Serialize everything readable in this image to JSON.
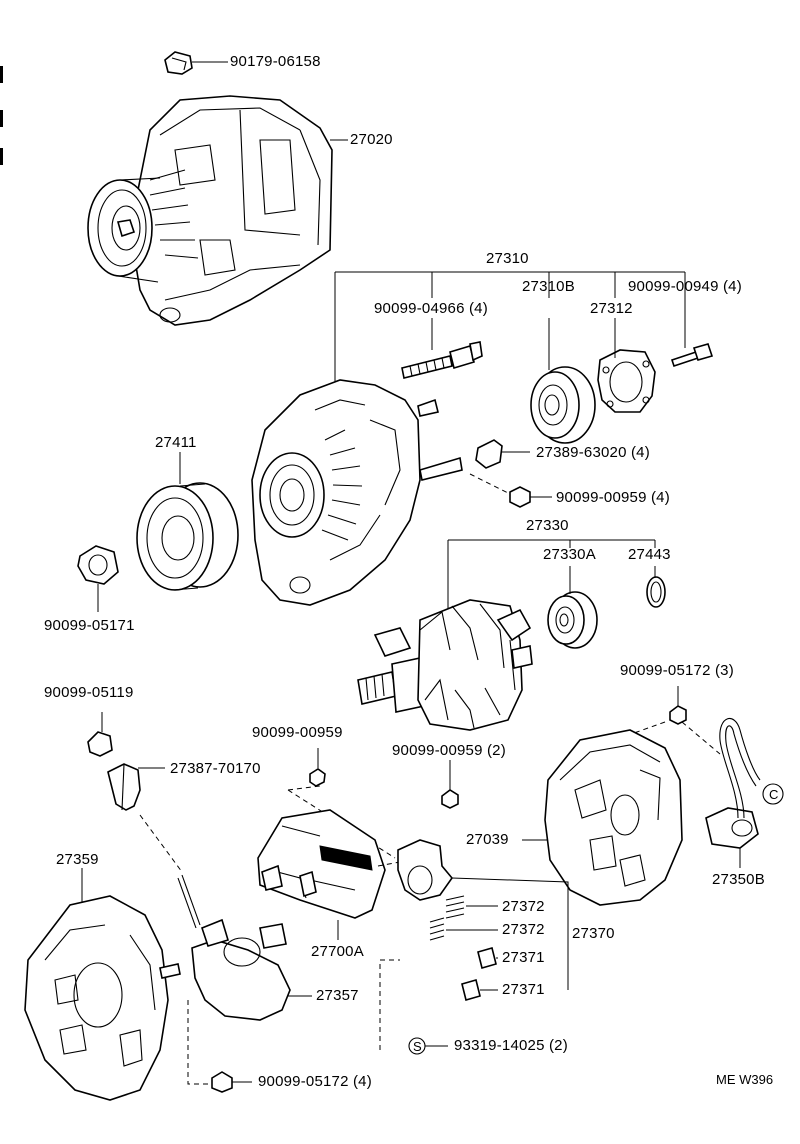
{
  "diagram": {
    "drawing_code": "ME W396",
    "labels": {
      "p90179_06158": "90179-06158",
      "p27020": "27020",
      "p27310": "27310",
      "p90099_04966": "90099-04966 (4)",
      "p27310B": "27310B",
      "p90099_00949": "90099-00949 (4)",
      "p27312": "27312",
      "p27411": "27411",
      "p27389_63020": "27389-63020 (4)",
      "p90099_00959_4": "90099-00959 (4)",
      "p27330": "27330",
      "p27330A": "27330A",
      "p27443": "27443",
      "p90099_05171": "90099-05171",
      "p90099_05119": "90099-05119",
      "p90099_05172_3": "90099-05172 (3)",
      "p90099_00959_a": "90099-00959",
      "p27387_70170": "27387-70170",
      "p90099_00959_2": "90099-00959 (2)",
      "p27039": "27039",
      "p27359": "27359",
      "p27350B": "27350B",
      "p27372_a": "27372",
      "p27370": "27370",
      "p27372_b": "27372",
      "p27700A": "27700A",
      "p27371_a": "27371",
      "p27357": "27357",
      "p27371_b": "27371",
      "s_mark": "S",
      "p93319_14025": "93319-14025 (2)",
      "p90099_05172_4": "90099-05172 (4)",
      "terminal_c": "C"
    }
  }
}
